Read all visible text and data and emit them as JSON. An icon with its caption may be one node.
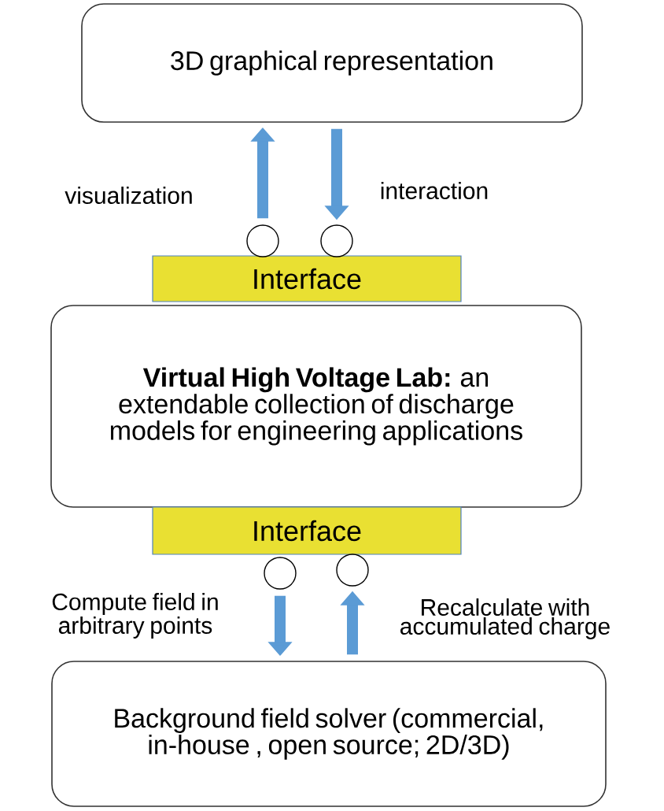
{
  "diagram": {
    "nodes": [
      {
        "text": [
          "3D graphical representation"
        ]
      },
      {
        "text": [
          "Interface"
        ]
      },
      {
        "text": [
          "**Virtual High Voltage Lab:** an extendable collection of discharge models for engineering applications"
        ]
      },
      {
        "text": [
          "Interface"
        ]
      },
      {
        "text": [
          "Background field solver (commercial, in-house , open source; 2D/3D)"
        ]
      },
      {
        "text": [],
        "shape": "circle"
      },
      {
        "text": [],
        "shape": "circle"
      },
      {
        "text": [],
        "shape": "circle"
      },
      {
        "text": [],
        "shape": "circle"
      }
    ],
    "edges": [
      {
        "from": 5,
        "to": 0,
        "arrow": "to",
        "label": "visualization"
      },
      {
        "from": 0,
        "to": 6,
        "arrow": "to",
        "label": "interaction"
      },
      {
        "from": 7,
        "to": 4,
        "arrow": "to",
        "label": "Compute field in arbitrary points"
      },
      {
        "from": 4,
        "to": 8,
        "arrow": "to",
        "label": "Recalculate with accumulated charge"
      }
    ]
  }
}
